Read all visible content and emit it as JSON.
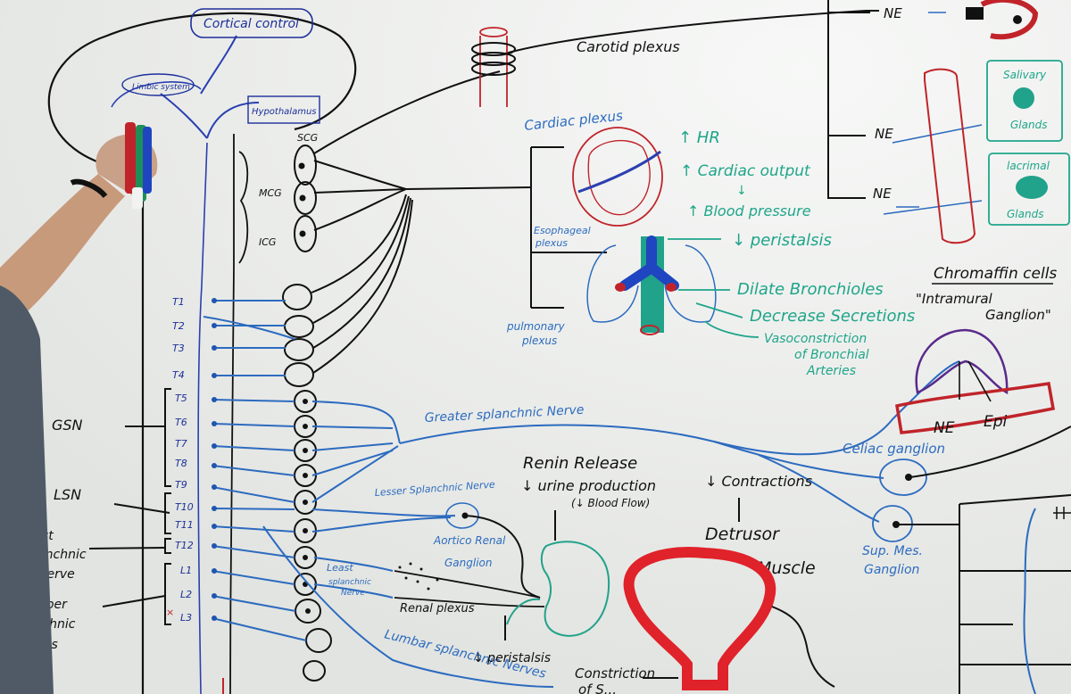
{
  "board": {
    "brain": {
      "cortical": "Cortical control",
      "limbic": "Limbic system",
      "hypothalamus": "Hypothalamus"
    },
    "ganglia": {
      "scg": "SCG",
      "mcg": "MCG",
      "icg": "ICG"
    },
    "thoracic": [
      "T1",
      "T2",
      "T3",
      "T4",
      "T5",
      "T6",
      "T7",
      "T8",
      "T9",
      "T10",
      "T11",
      "T12"
    ],
    "lumbar": [
      "L1",
      "L2",
      "L3"
    ],
    "nerves_left": {
      "gsn": "GSN",
      "lsn": "LSN",
      "least": [
        "Least",
        "splanchnic",
        "Nerve"
      ],
      "lumbar": [
        "mber",
        "anchnic",
        "nes"
      ]
    },
    "carotid": "Carotid plexus",
    "cardiac": {
      "plexus": "Cardiac plexus",
      "hr": "↑ HR",
      "output": "↑ Cardiac output",
      "bp_arrow": "↓",
      "bp": "↑ Blood pressure"
    },
    "esophageal": [
      "Esophageal",
      "plexus"
    ],
    "pulmonary": [
      "pulmonary",
      "plexus"
    ],
    "lung": {
      "peristalsis": "↓ peristalsis",
      "dilate": "Dilate Bronchioles",
      "decrease": "Decrease Secretions",
      "vaso1": "Vasoconstriction",
      "vaso2": "of Bronchial",
      "vaso3": "Arteries"
    },
    "ne": "NE",
    "glands": {
      "salivary": [
        "Salivary",
        "Glands"
      ],
      "lacrimal": [
        "lacrimal",
        "Glands"
      ]
    },
    "chromaffin": {
      "title": "Chromaffin cells",
      "quote": "\"Intramural",
      "ganglion": "Ganglion\"",
      "ne": "NE",
      "epi": "Epi"
    },
    "greater": "Greater splanchnic Nerve",
    "lesser": "Lesser Splanchnic Nerve",
    "least_mid": [
      "Least",
      "splanchnic",
      "Nerve"
    ],
    "aorticorenal": [
      "Aortico Renal",
      "Ganglion"
    ],
    "renal_plexus": "Renal plexus",
    "renin": {
      "title": "Renin Release",
      "urine": "↓ urine production",
      "flow": "(↓ Blood Flow)"
    },
    "kidney_peri": "↓ peristalsis",
    "contractions": "↓ Contractions",
    "detrusor": [
      "Detrusor",
      "Muscle"
    ],
    "celiac": "Celiac ganglion",
    "supmes": [
      "Sup. Mes.",
      "Ganglion"
    ],
    "lumbar_splanchnic": "Lumbar splanchnic Nerves",
    "constriction": [
      "Constriction",
      "of S..."
    ]
  }
}
